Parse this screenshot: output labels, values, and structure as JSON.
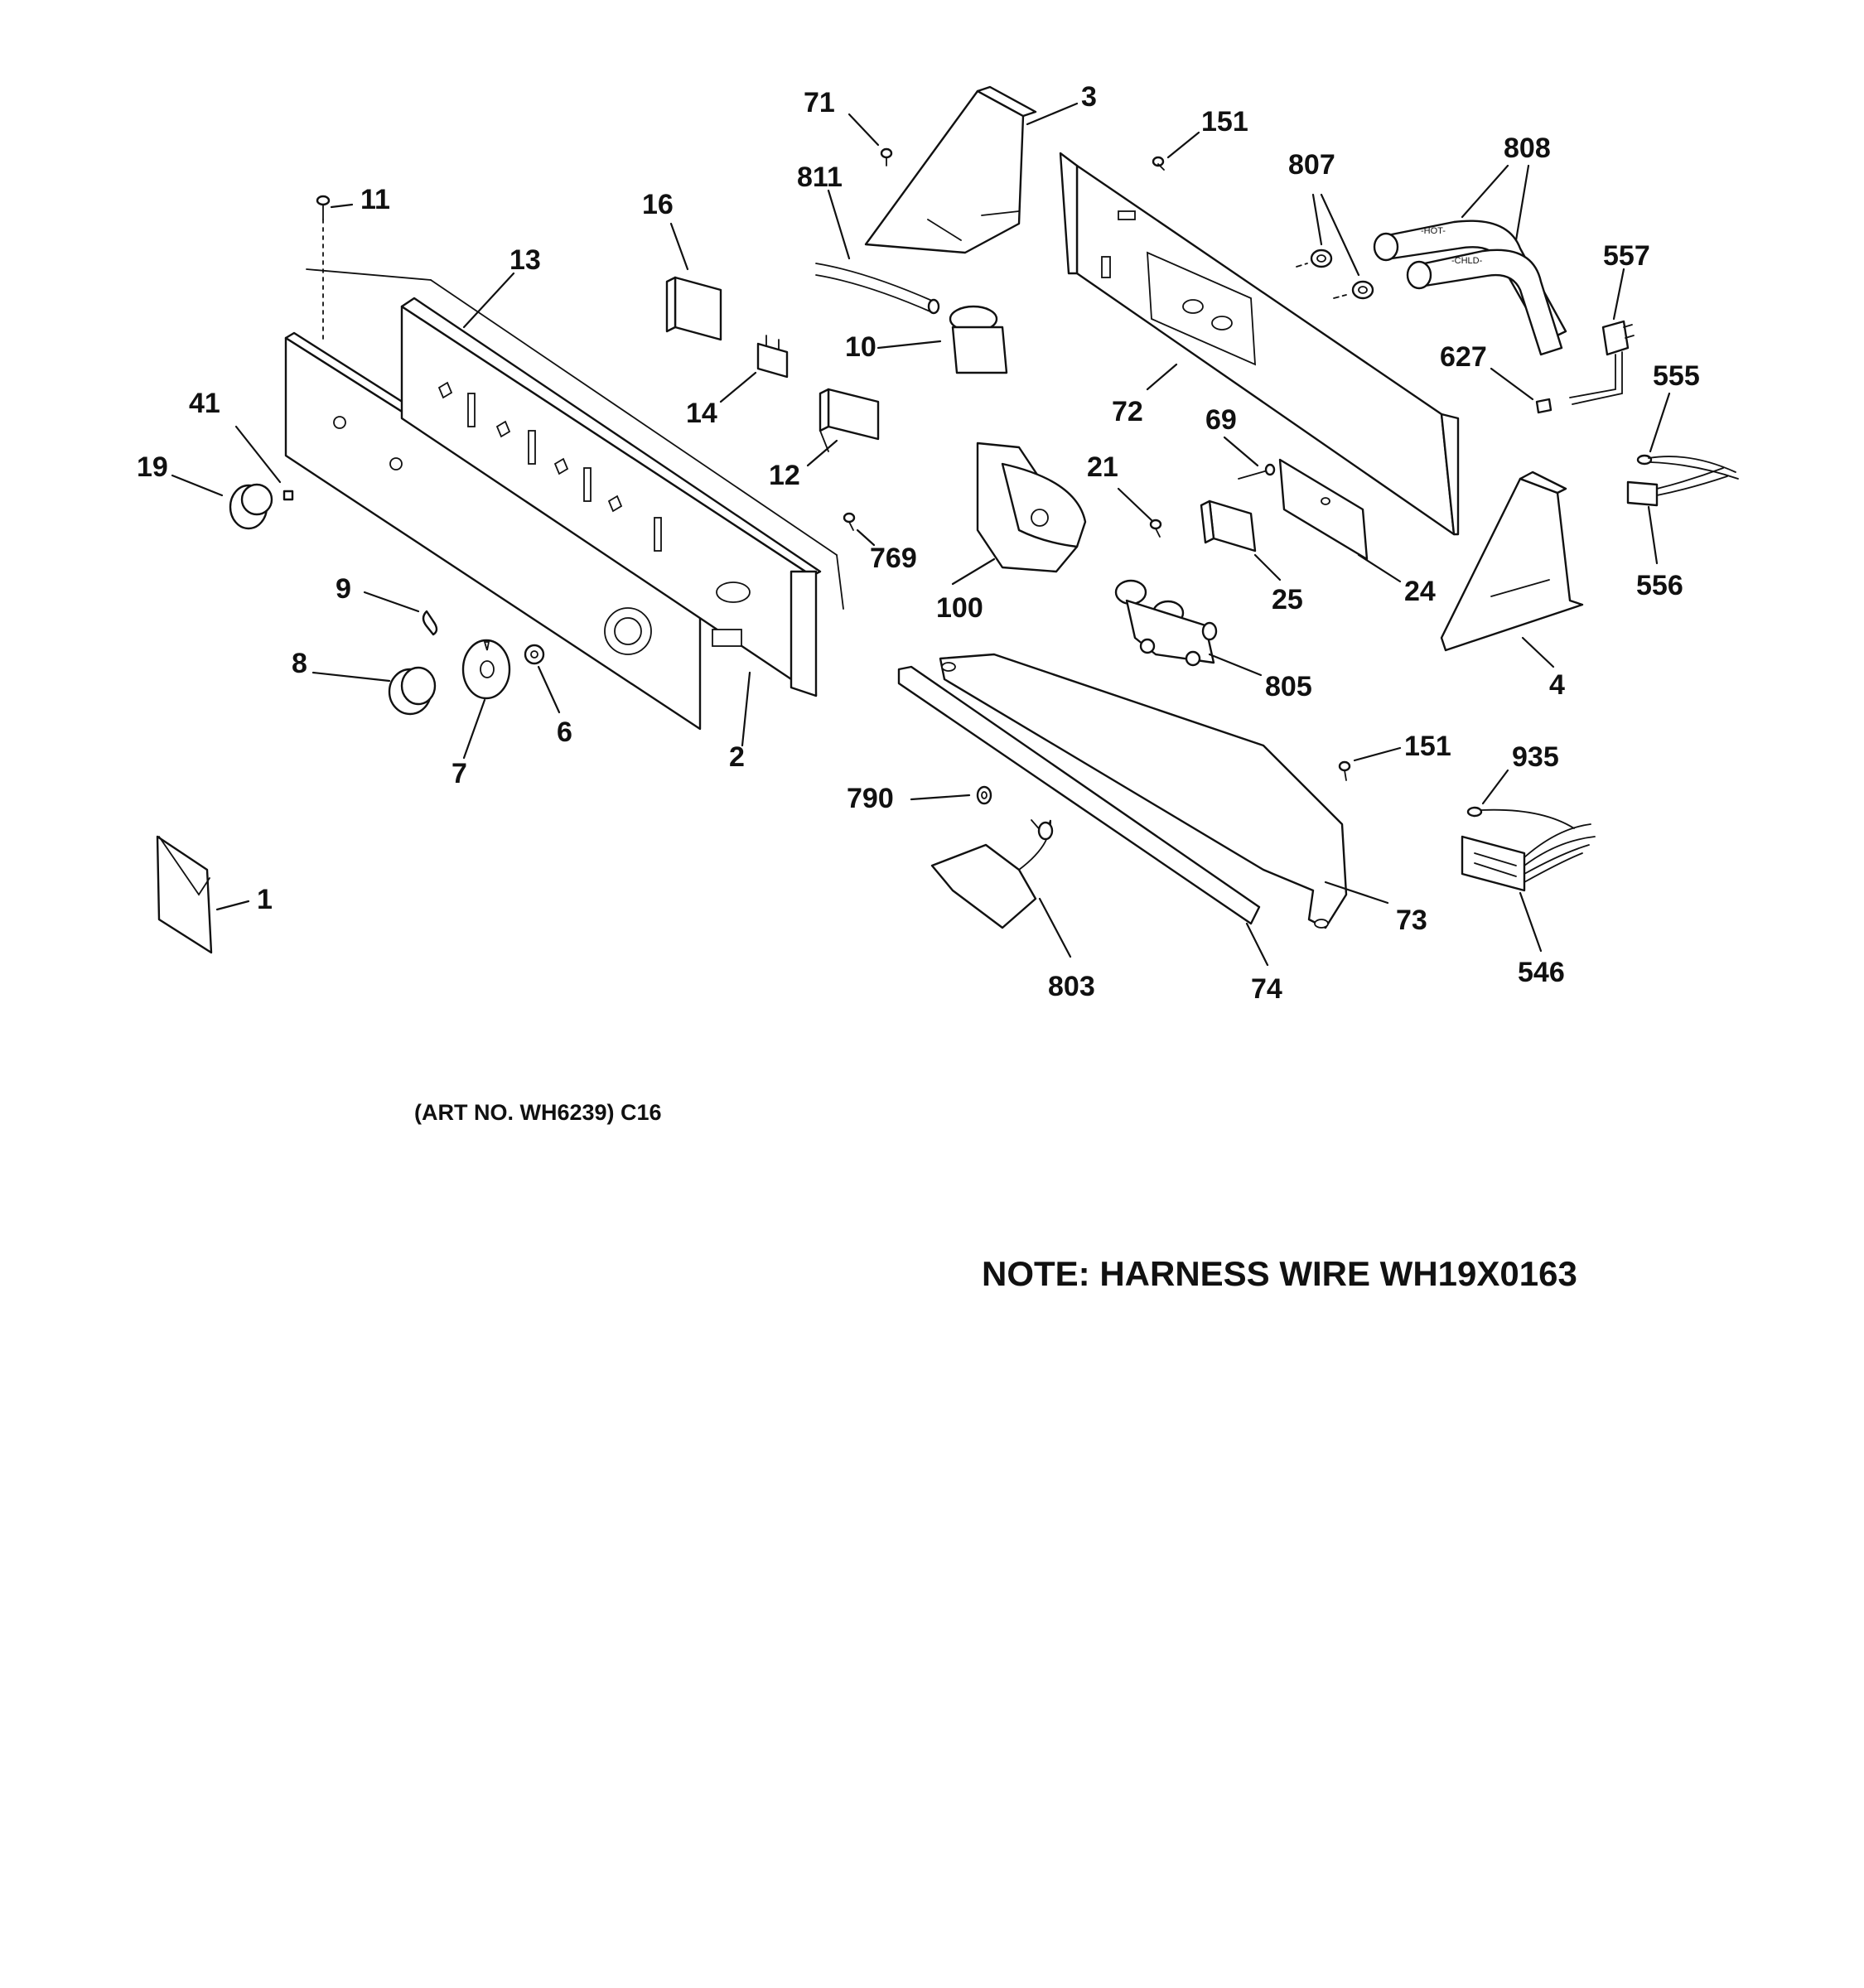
{
  "diagram": {
    "callouts": {
      "p1": "1",
      "p2": "2",
      "p3": "3",
      "p4": "4",
      "p6": "6",
      "p7": "7",
      "p8": "8",
      "p9": "9",
      "p10": "10",
      "p11": "11",
      "p12": "12",
      "p13": "13",
      "p14": "14",
      "p16": "16",
      "p19": "19",
      "p21": "21",
      "p24": "24",
      "p25": "25",
      "p41": "41",
      "p69": "69",
      "p71": "71",
      "p72": "72",
      "p73": "73",
      "p74": "74",
      "p100": "100",
      "p151a": "151",
      "p151b": "151",
      "p546": "546",
      "p555": "555",
      "p556": "556",
      "p557": "557",
      "p627": "627",
      "p769": "769",
      "p790": "790",
      "p803": "803",
      "p805": "805",
      "p807": "807",
      "p808": "808",
      "p811": "811",
      "p935": "935"
    },
    "hose_labels": {
      "hot": "-HOT-",
      "cold": "-CHLD-"
    },
    "art_number": "(ART NO. WH6239) C16",
    "note": "NOTE: HARNESS WIRE WH19X0163"
  }
}
